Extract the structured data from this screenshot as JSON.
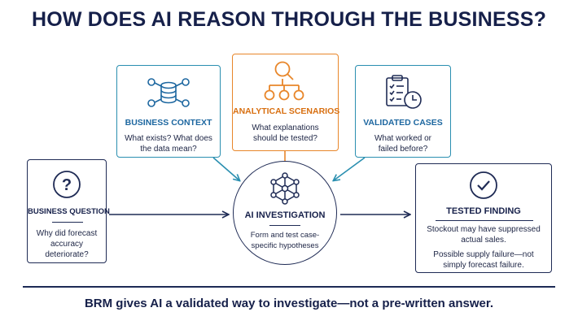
{
  "title": "HOW DOES AI REASON THROUGH THE BUSINESS?",
  "nodes": {
    "business_context": {
      "label": "BUSINESS CONTEXT",
      "desc": [
        "What exists? What does",
        "the data mean?"
      ],
      "icon": "database-network-icon"
    },
    "analytical_scenarios": {
      "label": "ANALYTICAL SCENARIOS",
      "desc": [
        "What explanations",
        "should be tested?"
      ],
      "icon": "magnifier-tree-icon"
    },
    "validated_cases": {
      "label": "VALIDATED CASES",
      "desc": [
        "What worked or",
        "failed before?"
      ],
      "icon": "clipboard-clock-icon"
    },
    "business_question": {
      "label": "BUSINESS QUESTION",
      "desc": [
        "Why did forecast",
        "accuracy deteriorate?"
      ],
      "icon": "question-icon"
    },
    "ai_investigation": {
      "label": "AI INVESTIGATION",
      "desc": [
        "Form and test case-",
        "specific hypotheses"
      ],
      "icon": "network-hexagon-icon"
    },
    "tested_finding": {
      "label": "TESTED FINDING",
      "desc": [
        "Stockout may have suppressed",
        "actual sales.",
        "Possible supply failure—not",
        "simply forecast failure."
      ],
      "icon": "check-circle-icon"
    }
  },
  "colors": {
    "navy": "#1f2b55",
    "blue": "#2a8fb0",
    "orange": "#e8862a"
  },
  "tagline": "BRM gives AI a validated way to investigate—not a pre-written answer."
}
